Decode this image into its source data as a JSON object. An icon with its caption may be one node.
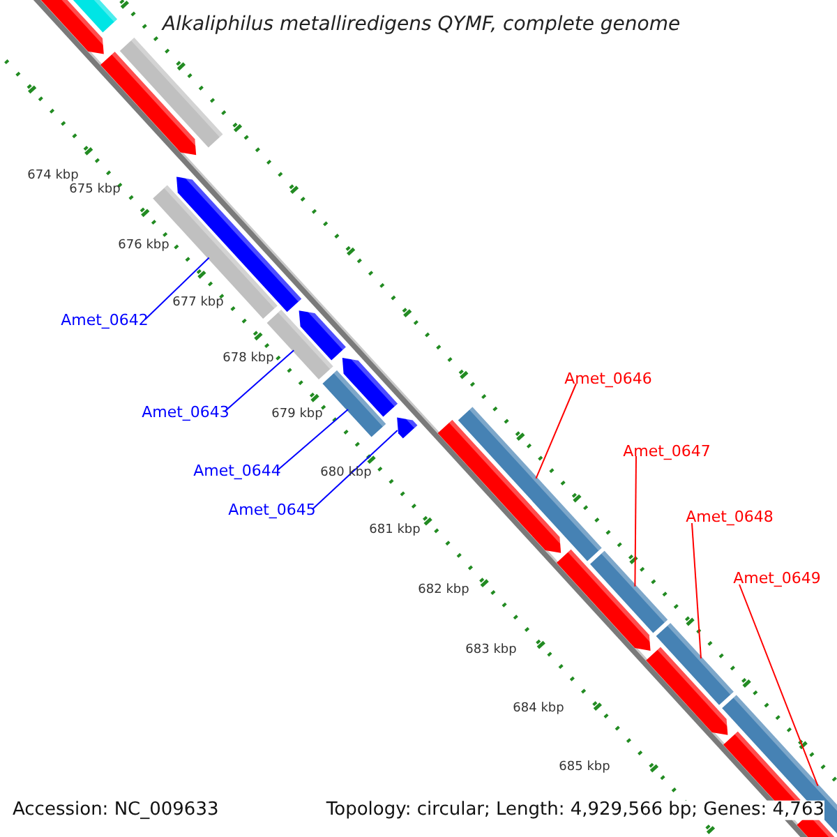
{
  "diagram": {
    "title": "Alkaliphilus metalliredigens QYMF, complete genome",
    "nodes": [
      {
        "text": [
          "Amet_0642"
        ]
      },
      {
        "text": [
          "Amet_0643"
        ]
      },
      {
        "text": [
          "Amet_0644"
        ]
      },
      {
        "text": [
          "Amet_0645"
        ]
      },
      {
        "text": [
          "Amet_0646"
        ]
      },
      {
        "text": [
          "Amet_0647"
        ]
      },
      {
        "text": [
          "Amet_0648"
        ]
      },
      {
        "text": [
          "Amet_0649"
        ]
      },
      {
        "text": [],
        "shape": "bar"
      },
      {
        "text": [],
        "shape": "bar"
      },
      {
        "text": [],
        "shape": "bar"
      },
      {
        "text": [],
        "shape": "arrow"
      },
      {
        "text": [],
        "shape": "bar"
      },
      {
        "text": [],
        "shape": "bar"
      },
      {
        "text": [],
        "shape": "bar"
      },
      {
        "text": [],
        "shape": "bar"
      }
    ],
    "edges": [
      {
        "from": 0,
        "to": 8,
        "arrow": "none",
        "color": "#0000ff"
      },
      {
        "from": 1,
        "to": 9,
        "arrow": "none",
        "color": "#0000ff"
      },
      {
        "from": 2,
        "to": 10,
        "arrow": "none",
        "color": "#0000ff"
      },
      {
        "from": 3,
        "to": 11,
        "arrow": "none",
        "color": "#0000ff"
      },
      {
        "from": 4,
        "to": 12,
        "arrow": "none",
        "color": "#ff0000"
      },
      {
        "from": 5,
        "to": 13,
        "arrow": "none",
        "color": "#ff0000"
      },
      {
        "from": 6,
        "to": 14,
        "arrow": "none",
        "color": "#ff0000"
      },
      {
        "from": 7,
        "to": 15,
        "arrow": "none",
        "color": "#ff0000"
      }
    ],
    "labels": [
      "674 kbp",
      "675 kbp",
      "676 kbp",
      "677 kbp",
      "678 kbp",
      "679 kbp",
      "680 kbp",
      "681 kbp",
      "682 kbp",
      "683 kbp",
      "684 kbp",
      "685 kbp",
      "Accession: NC_009633",
      "Topology: circular; Length: 4,929,566 bp; Genes: 4,763"
    ]
  }
}
